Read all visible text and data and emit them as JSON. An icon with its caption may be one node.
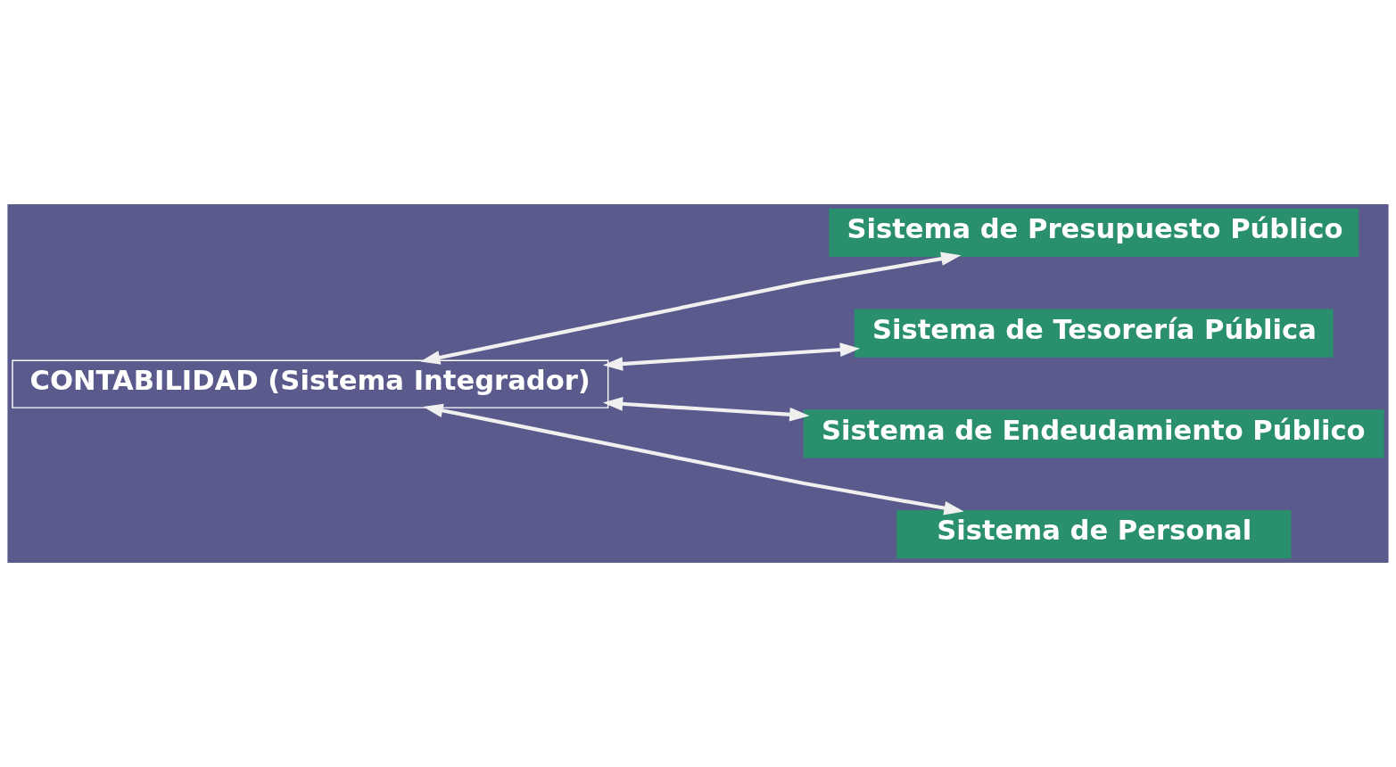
{
  "diagram": {
    "nodes": [
      {
        "text": [
          "CONTABILIDAD (Sistema Integrador)"
        ]
      },
      {
        "text": [
          "Sistema de Presupuesto Público"
        ]
      },
      {
        "text": [
          "Sistema de Tesorería Pública"
        ]
      },
      {
        "text": [
          "Sistema de Endeudamiento Público"
        ]
      },
      {
        "text": [
          "Sistema de Personal"
        ]
      }
    ],
    "edges": [
      {
        "from": 0,
        "to": 1,
        "arrow": "both"
      },
      {
        "from": 0,
        "to": 2,
        "arrow": "both"
      },
      {
        "from": 0,
        "to": 3,
        "arrow": "both"
      },
      {
        "from": 0,
        "to": 4,
        "arrow": "both"
      }
    ]
  }
}
